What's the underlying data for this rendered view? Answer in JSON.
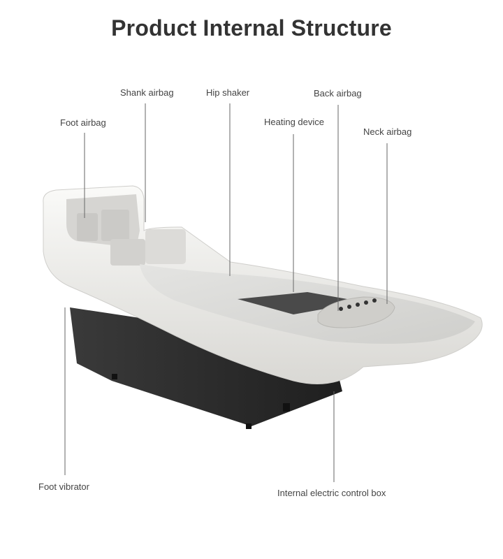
{
  "title": "Product Internal Structure",
  "labels": {
    "shank_airbag": "Shank airbag",
    "hip_shaker": "Hip shaker",
    "back_airbag": "Back airbag",
    "foot_airbag": "Foot airbag",
    "heating_device": "Heating device",
    "neck_airbag": "Neck airbag",
    "foot_vibrator": "Foot vibrator",
    "control_box": "Internal electric control box"
  },
  "colors": {
    "title": "#333333",
    "label": "#444444",
    "leader_line": "#666666",
    "shell": "#f1f0ee",
    "base": "#2e2e2e",
    "panel": "#4a4a4a"
  }
}
